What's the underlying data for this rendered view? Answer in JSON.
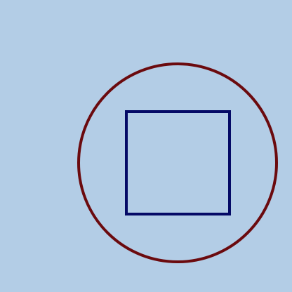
{
  "scene": {
    "background_color": "#b3cde6",
    "shapes": [
      {
        "id": "outer-circle",
        "kind": "circle",
        "stroke_color": "#6b0a0e",
        "fill": "none"
      },
      {
        "id": "inner-square",
        "kind": "square",
        "stroke_color": "#050a66",
        "fill": "none"
      }
    ]
  }
}
